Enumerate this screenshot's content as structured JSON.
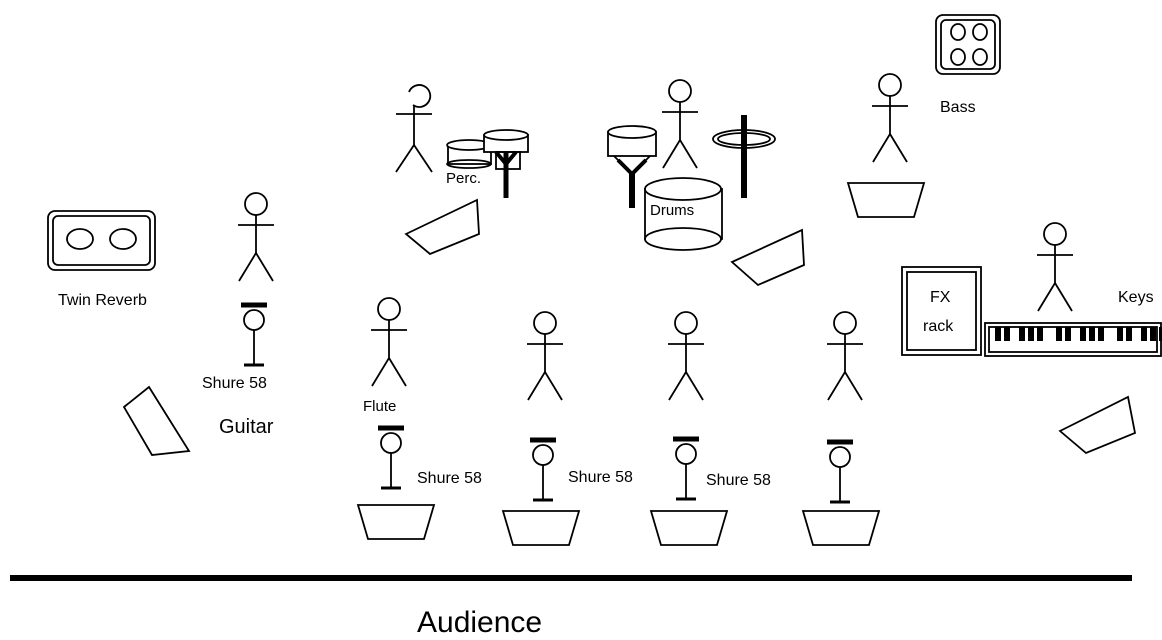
{
  "labels": {
    "bass": "Bass",
    "perc": "Perc.",
    "drums": "Drums",
    "twin_reverb": "Twin Reverb",
    "fx": "FX",
    "rack": "rack",
    "keys": "Keys",
    "shure_guitar": "Shure 58",
    "guitar": "Guitar",
    "flute": "Flute",
    "shure_a": "Shure 58",
    "shure_b": "Shure 58",
    "shure_c": "Shure 58",
    "audience": "Audience"
  }
}
